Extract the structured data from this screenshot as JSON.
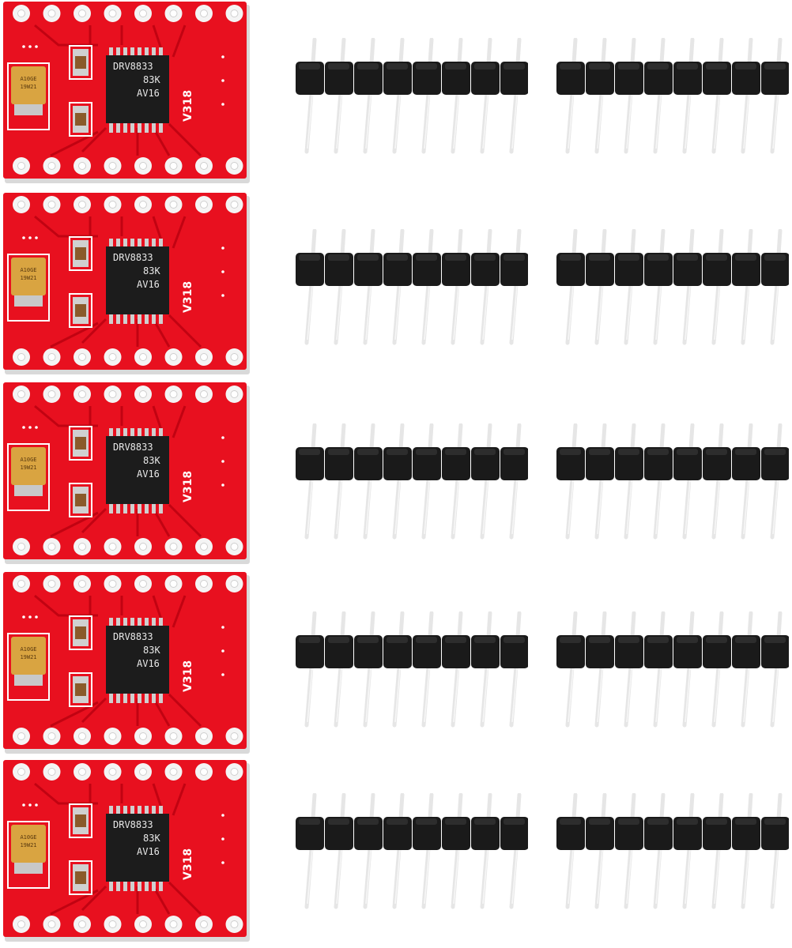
{
  "colors": {
    "pcb_red": "#e8101f",
    "pcb_shadow": "#b8000f",
    "chip_black": "#1c1c1c",
    "pad_white": "#f4f4f4",
    "header_black": "#1a1a1a",
    "pin_silver": "#e6e6e6",
    "capacitor_tan": "#d9a441"
  },
  "boards": [
    {
      "chip_line1": "DRV8833",
      "chip_line2": "83K",
      "chip_line3": "AV16",
      "version": "V318",
      "cap_line1": "A10GE",
      "cap_line2": "19W21"
    },
    {
      "chip_line1": "DRV8833",
      "chip_line2": "83K",
      "chip_line3": "AV16",
      "version": "V318",
      "cap_line1": "A10GE",
      "cap_line2": "19W21"
    },
    {
      "chip_line1": "DRV8833",
      "chip_line2": "83K",
      "chip_line3": "AV16",
      "version": "V318",
      "cap_line1": "A10GE",
      "cap_line2": "19W21"
    },
    {
      "chip_line1": "DRV8833",
      "chip_line2": "83K",
      "chip_line3": "AV16",
      "version": "V318",
      "cap_line1": "A10GE",
      "cap_line2": "19W21"
    },
    {
      "chip_line1": "DRV8833",
      "chip_line2": "83K",
      "chip_line3": "AV16",
      "version": "V318",
      "cap_line1": "A10GE",
      "cap_line2": "19W21"
    }
  ],
  "header_pin_count": 8,
  "header_strip_count": 10
}
